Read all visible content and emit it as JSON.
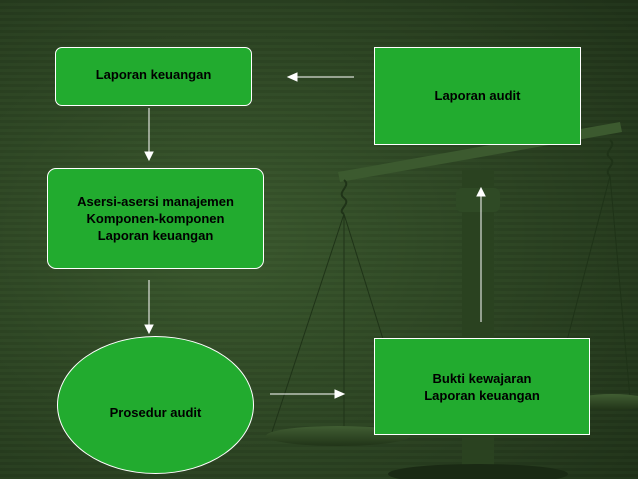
{
  "nodes": {
    "laporan_keuangan": {
      "label": "Laporan keuangan"
    },
    "laporan_audit": {
      "label": "Laporan audit"
    },
    "asersi": {
      "lines": [
        "Asersi-asersi manajemen",
        "Komponen-komponen",
        "Laporan keuangan"
      ]
    },
    "prosedur_audit": {
      "label": "Prosedur audit"
    },
    "bukti_kewajaran": {
      "lines": [
        "Bukti kewajaran",
        "Laporan keuangan"
      ]
    }
  },
  "colors": {
    "node_fill": "#22ab2f",
    "background": "#2f4a25",
    "arrow": "#ffffff",
    "scale_ink": "#1f3318"
  }
}
